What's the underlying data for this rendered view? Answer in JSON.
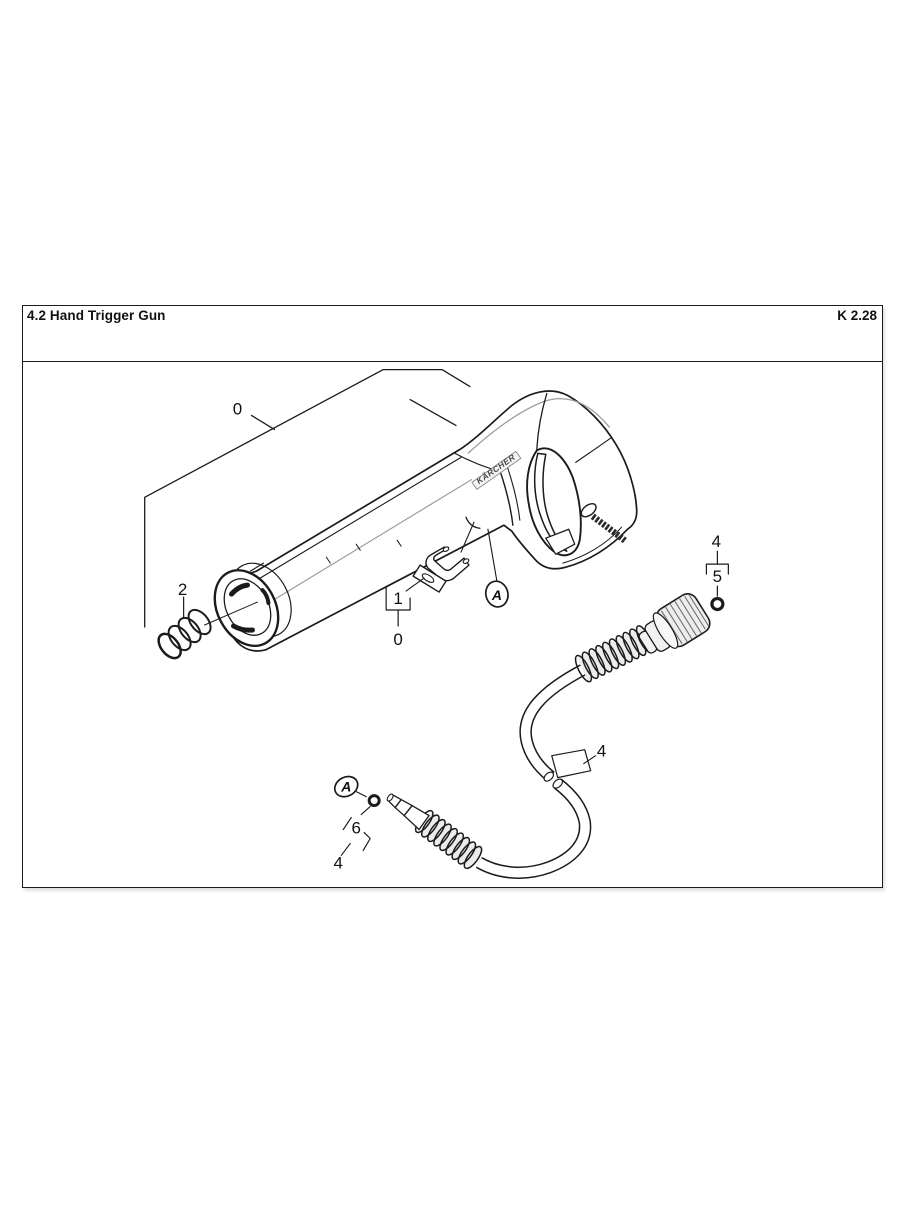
{
  "page": {
    "title": "4.2 Hand Trigger Gun",
    "page_ref": "K 2.28"
  },
  "diagram": {
    "brand": "KÄRCHER",
    "callouts": {
      "gun_assembly": "0",
      "coupling_spring": "2",
      "retainer_clip": "1",
      "retainer_assembly": "0",
      "trigger_detail": "A",
      "hose_upper_group": "4",
      "upper_oring": "5",
      "hose_section": "4",
      "lower_detail": "A",
      "lower_oring": "6",
      "hose_lower_group": "4"
    }
  }
}
